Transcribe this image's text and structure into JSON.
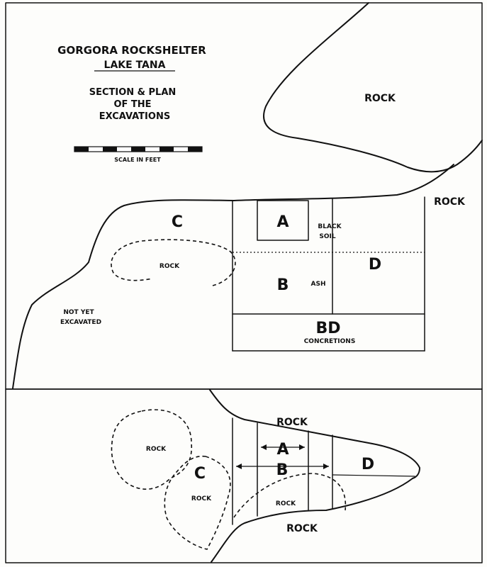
{
  "title": {
    "line1": "GORGORA ROCKSHELTER",
    "line2": "LAKE TANA",
    "line3": "SECTION & PLAN",
    "line4": "OF THE",
    "line5": "EXCAVATIONS"
  },
  "scale_label": "SCALE IN FEET",
  "section": {
    "rock_top": "ROCK",
    "rock_right": "ROCK",
    "rock_left": "ROCK",
    "area_a": "A",
    "area_b": "B",
    "area_c": "C",
    "area_d": "D",
    "area_bd": "BD",
    "black_soil_1": "BLACK",
    "black_soil_2": "SOIL",
    "ash": "ASH",
    "concretions": "CONCRETIONS",
    "not_yet_1": "NOT YET",
    "not_yet_2": "EXCAVATED"
  },
  "plan": {
    "rock_top": "ROCK",
    "rock_bottom": "ROCK",
    "rock_left": "ROCK",
    "rock_c": "ROCK",
    "rock_center": "ROCK",
    "area_a": "A",
    "area_b": "B",
    "area_c": "C",
    "area_d": "D"
  }
}
